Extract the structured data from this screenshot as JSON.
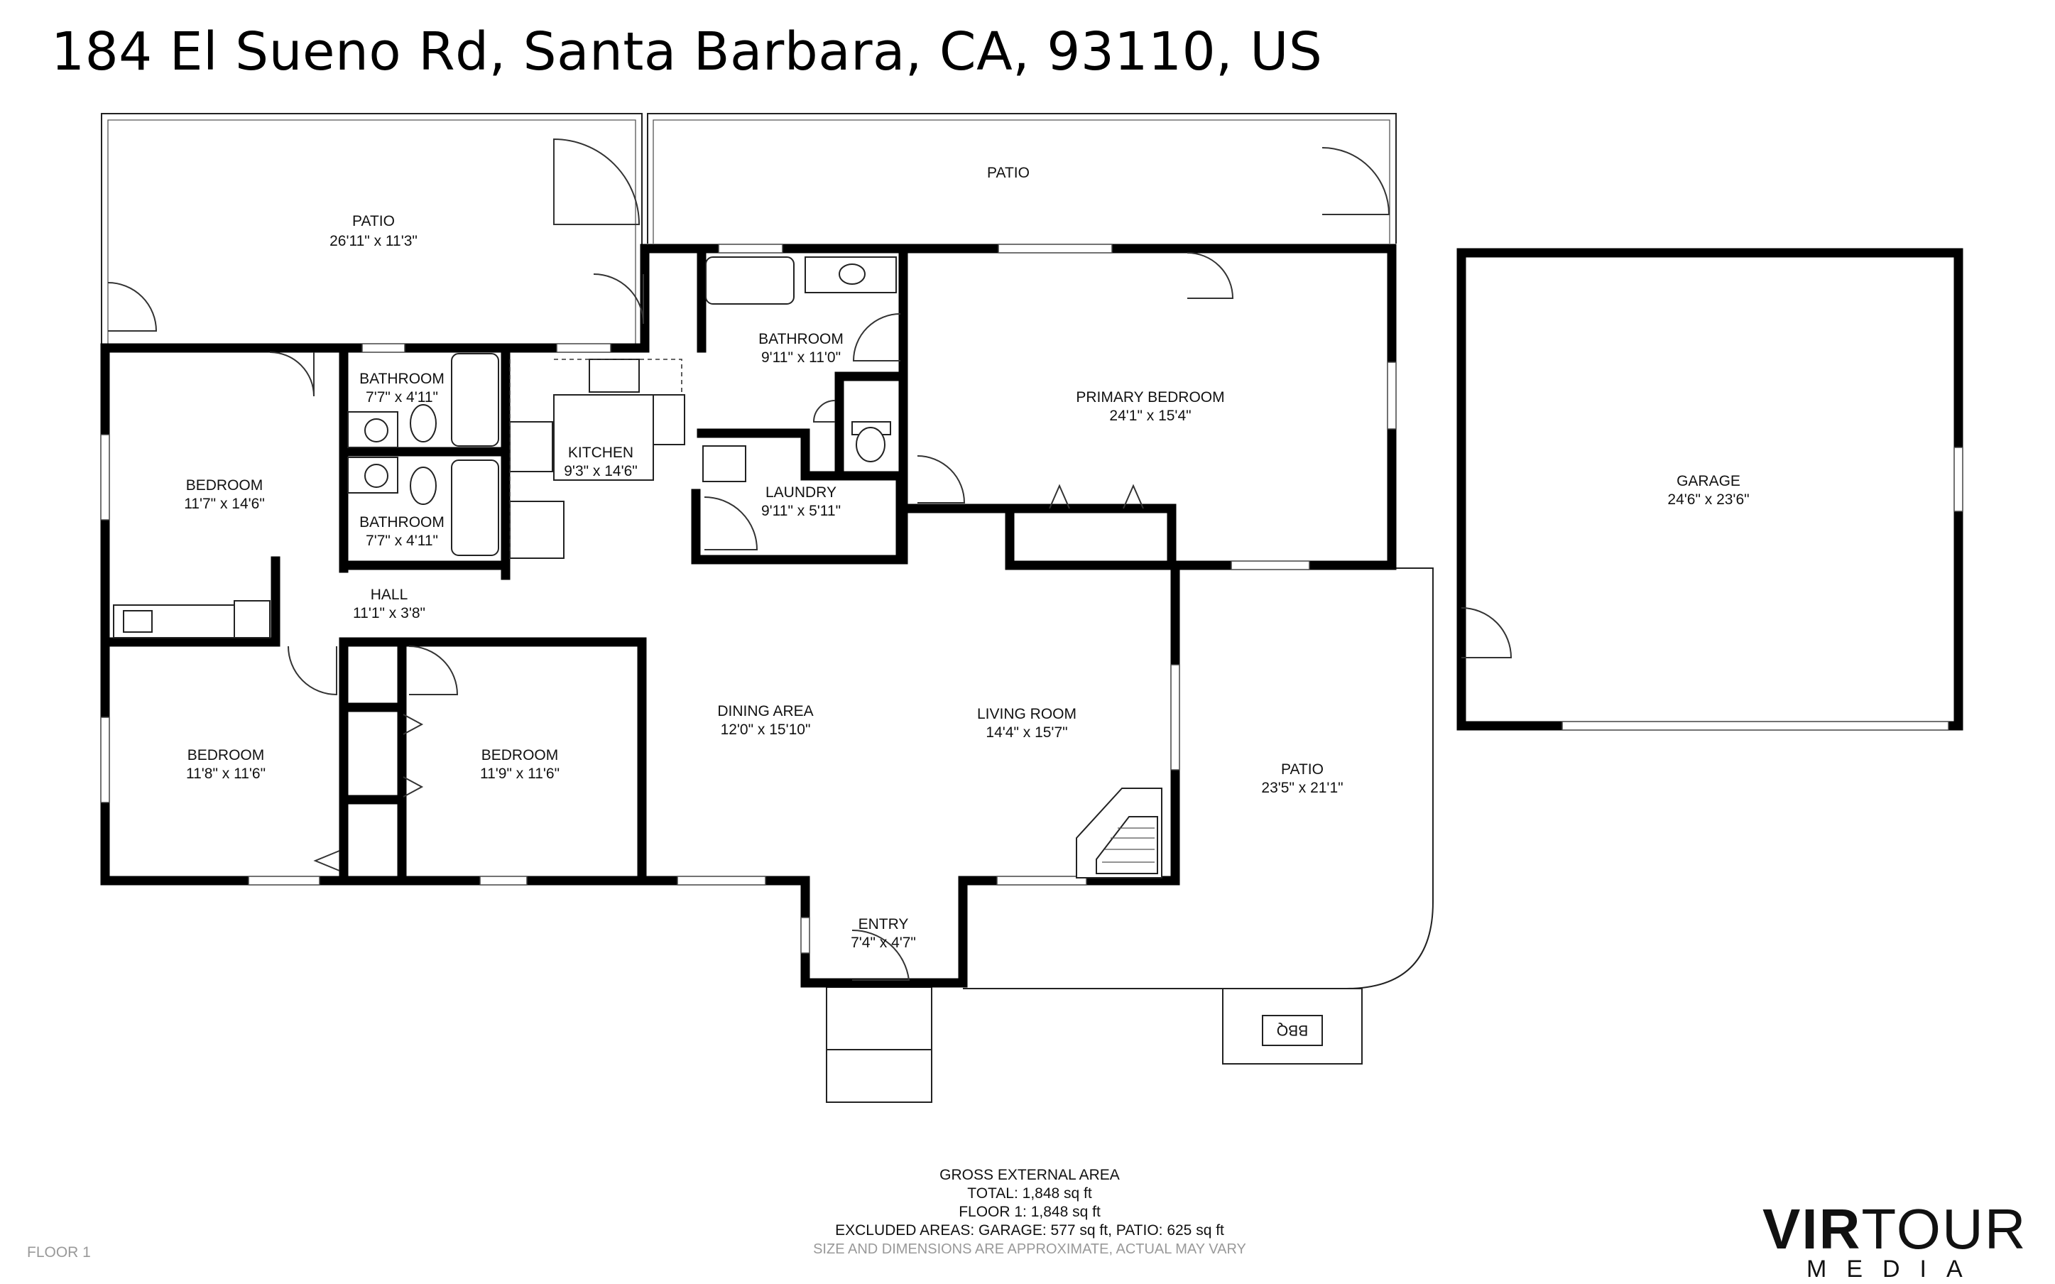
{
  "header": {
    "address": "184 El Sueno Rd, Santa Barbara, CA, 93110, US"
  },
  "rooms": [
    {
      "id": "patio-north-west",
      "name": "PATIO",
      "dims": "26'11\" x 11'3\""
    },
    {
      "id": "patio-north-east",
      "name": "PATIO",
      "dims": ""
    },
    {
      "id": "bathroom-north",
      "name": "BATHROOM",
      "dims": "9'11\" x 11'0\""
    },
    {
      "id": "primary-bedroom",
      "name": "PRIMARY BEDROOM",
      "dims": "24'1\" x 15'4\""
    },
    {
      "id": "garage",
      "name": "GARAGE",
      "dims": "24'6\" x 23'6\""
    },
    {
      "id": "bathroom-upper",
      "name": "BATHROOM",
      "dims": "7'7\" x 4'11\""
    },
    {
      "id": "bathroom-lower",
      "name": "BATHROOM",
      "dims": "7'7\" x 4'11\""
    },
    {
      "id": "kitchen",
      "name": "KITCHEN",
      "dims": "9'3\" x 14'6\""
    },
    {
      "id": "laundry",
      "name": "LAUNDRY",
      "dims": "9'11\" x 5'11\""
    },
    {
      "id": "bedroom-north-west",
      "name": "BEDROOM",
      "dims": "11'7\" x 14'6\""
    },
    {
      "id": "hall",
      "name": "HALL",
      "dims": "11'1\" x 3'8\""
    },
    {
      "id": "bedroom-south-west",
      "name": "BEDROOM",
      "dims": "11'8\" x 11'6\""
    },
    {
      "id": "bedroom-south-middle",
      "name": "BEDROOM",
      "dims": "11'9\" x 11'6\""
    },
    {
      "id": "dining-area",
      "name": "DINING AREA",
      "dims": "12'0\" x 15'10\""
    },
    {
      "id": "living-room",
      "name": "LIVING ROOM",
      "dims": "14'4\" x 15'7\""
    },
    {
      "id": "patio-south",
      "name": "PATIO",
      "dims": "23'5\" x 21'1\""
    },
    {
      "id": "entry",
      "name": "ENTRY",
      "dims": "7'4\" x 4'7\""
    }
  ],
  "fixtures": {
    "bbq_label": "BBQ"
  },
  "area_summary": {
    "heading": "GROSS EXTERNAL AREA",
    "total": "TOTAL: 1,848 sq ft",
    "floor1": "FLOOR 1: 1,848 sq ft",
    "excluded": "EXCLUDED AREAS: GARAGE: 577 sq ft, PATIO: 625 sq ft",
    "disclaimer": "SIZE AND DIMENSIONS ARE APPROXIMATE, ACTUAL MAY VARY"
  },
  "floor_label": "FLOOR 1",
  "logo": {
    "word_bold": "VIR",
    "word_light": "TOUR",
    "subword": "MEDIA"
  },
  "colors": {
    "wall": "#000000",
    "text": "#111111",
    "muted": "#999999"
  }
}
